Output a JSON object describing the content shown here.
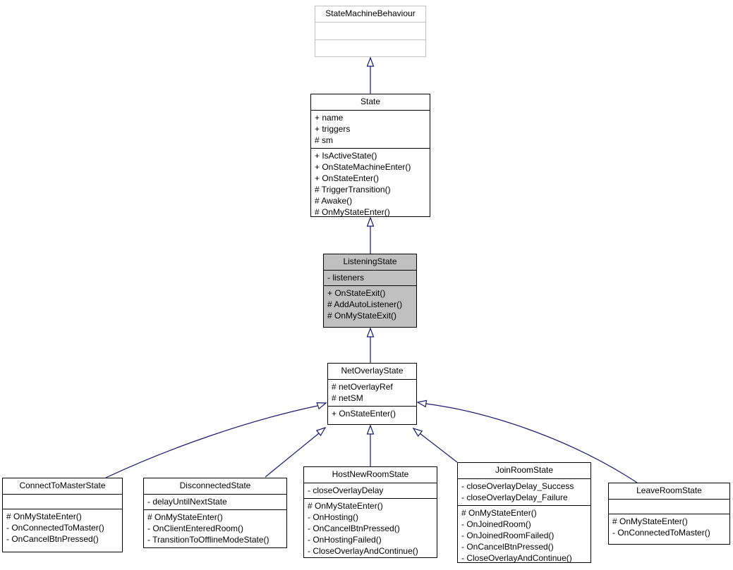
{
  "diagram": {
    "type": "uml-class-inheritance",
    "background": "#ffffff",
    "colors": {
      "arrow": "#191970",
      "border": "#000000",
      "node_fill": "#ffffff",
      "selected_fill": "#c0c0c0",
      "external_border": "#c0c0c0",
      "text": "#000000"
    },
    "classes": [
      {
        "name": "StateMachineBehaviour",
        "style": "external",
        "attributes": [],
        "methods": []
      },
      {
        "name": "State",
        "style": "normal",
        "attributes": [
          "+ name",
          "+ triggers",
          "# sm"
        ],
        "methods": [
          "+ IsActiveState()",
          "+ OnStateMachineEnter()",
          "+ OnStateEnter()",
          "# TriggerTransition()",
          "# Awake()",
          "# OnMyStateEnter()"
        ]
      },
      {
        "name": "ListeningState",
        "style": "selected",
        "attributes": [
          "- listeners"
        ],
        "methods": [
          "+ OnStateExit()",
          "# AddAutoListener()",
          "# OnMyStateExit()"
        ]
      },
      {
        "name": "NetOverlayState",
        "style": "normal",
        "attributes": [
          "# netOverlayRef",
          "# netSM"
        ],
        "methods": [
          "+ OnStateEnter()"
        ]
      },
      {
        "name": "ConnectToMasterState",
        "style": "normal",
        "attributes": [],
        "methods": [
          "# OnMyStateEnter()",
          "- OnConnectedToMaster()",
          "- OnCancelBtnPressed()"
        ]
      },
      {
        "name": "DisconnectedState",
        "style": "normal",
        "attributes": [
          "- delayUntilNextState"
        ],
        "methods": [
          "# OnMyStateEnter()",
          "- OnClientEnteredRoom()",
          "- TransitionToOfflineModeState()"
        ]
      },
      {
        "name": "HostNewRoomState",
        "style": "normal",
        "attributes": [
          "- closeOverlayDelay"
        ],
        "methods": [
          "# OnMyStateEnter()",
          "- OnHosting()",
          "- OnCancelBtnPressed()",
          "- OnHostingFailed()",
          "- CloseOverlayAndContinue()"
        ]
      },
      {
        "name": "JoinRoomState",
        "style": "normal",
        "attributes": [
          "- closeOverlayDelay_Success",
          "- closeOverlayDelay_Failure"
        ],
        "methods": [
          "# OnMyStateEnter()",
          "- OnJoinedRoom()",
          "- OnJoinedRoomFailed()",
          "- OnCancelBtnPressed()",
          "- CloseOverlayAndContinue()"
        ]
      },
      {
        "name": "LeaveRoomState",
        "style": "normal",
        "attributes": [],
        "methods": [
          "# OnMyStateEnter()",
          "- OnConnectedToMaster()"
        ]
      }
    ],
    "relations": [
      {
        "from": "State",
        "to": "StateMachineBehaviour",
        "type": "inheritance"
      },
      {
        "from": "ListeningState",
        "to": "State",
        "type": "inheritance"
      },
      {
        "from": "NetOverlayState",
        "to": "ListeningState",
        "type": "inheritance"
      },
      {
        "from": "ConnectToMasterState",
        "to": "NetOverlayState",
        "type": "inheritance"
      },
      {
        "from": "DisconnectedState",
        "to": "NetOverlayState",
        "type": "inheritance"
      },
      {
        "from": "HostNewRoomState",
        "to": "NetOverlayState",
        "type": "inheritance"
      },
      {
        "from": "JoinRoomState",
        "to": "NetOverlayState",
        "type": "inheritance"
      },
      {
        "from": "LeaveRoomState",
        "to": "NetOverlayState",
        "type": "inheritance"
      }
    ]
  }
}
